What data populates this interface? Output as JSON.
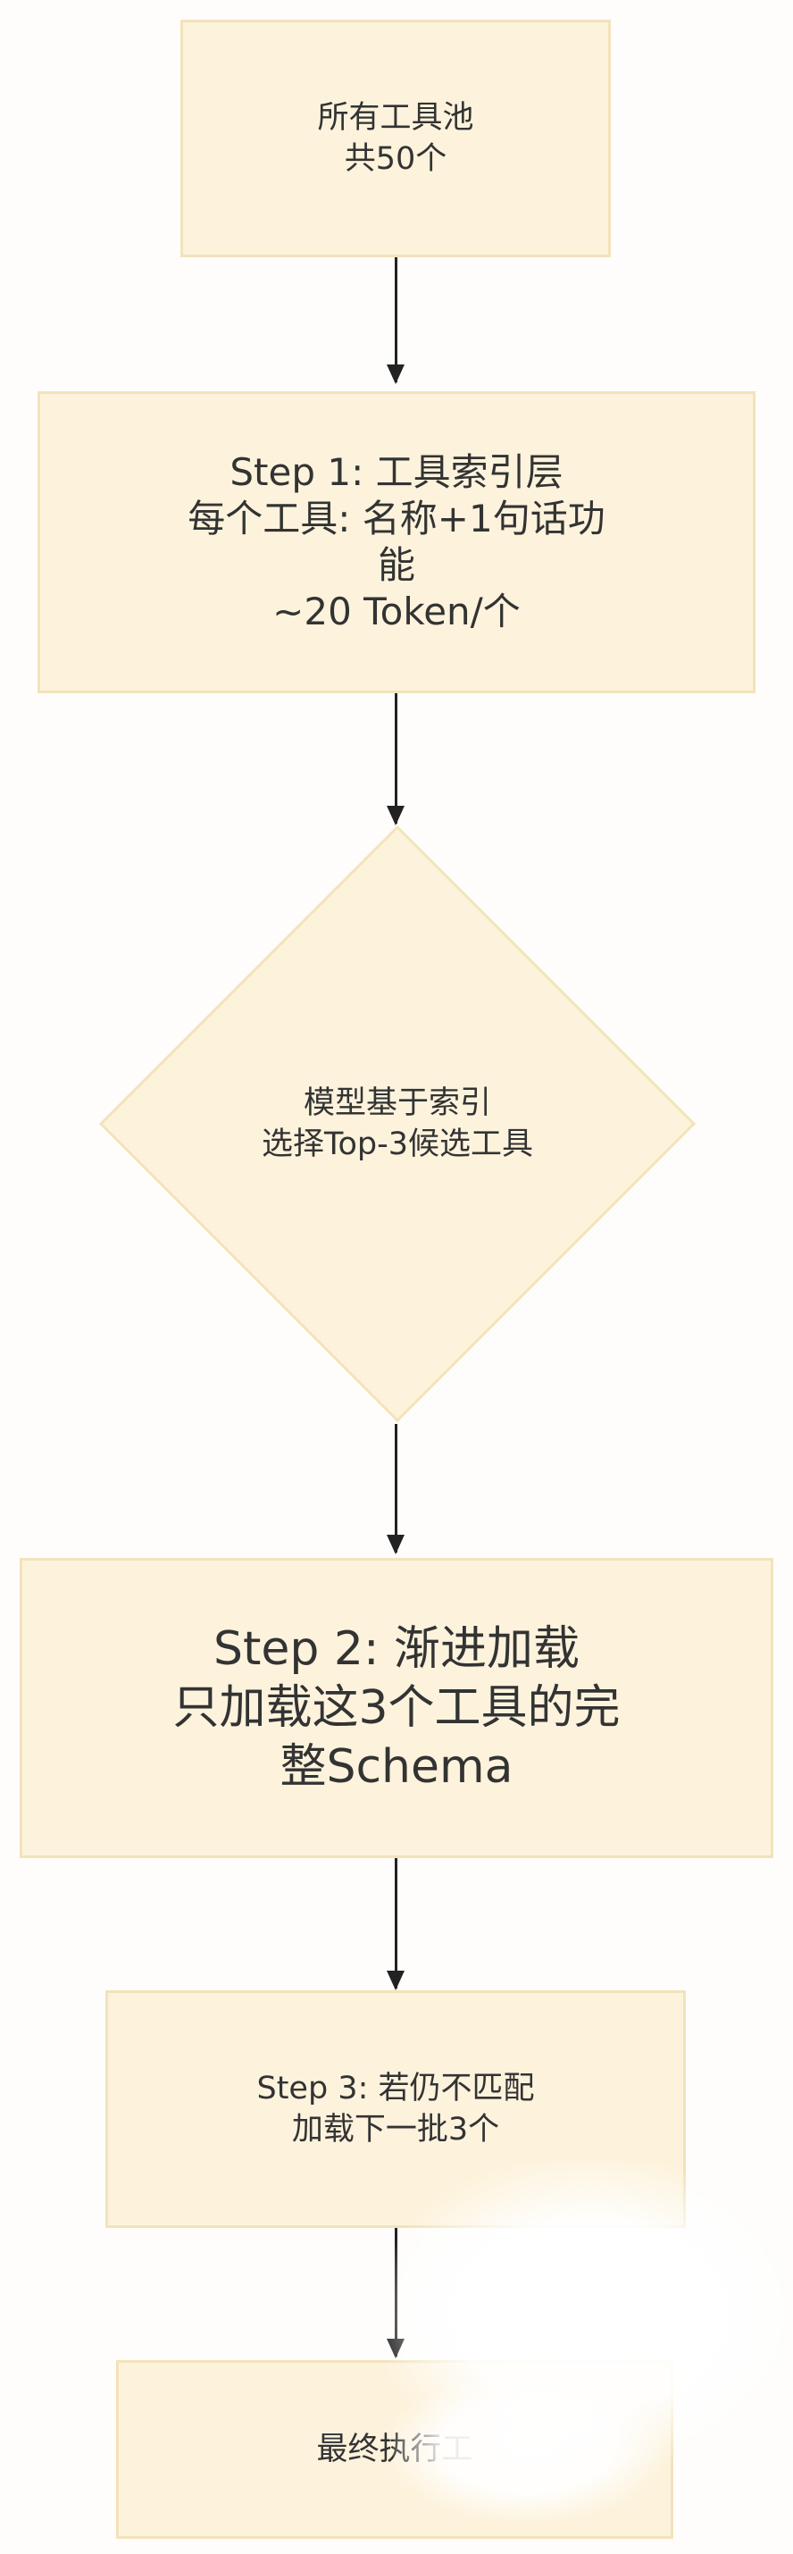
{
  "flowchart": {
    "nodes": [
      {
        "id": "tool-pool",
        "shape": "rect",
        "lines": [
          "所有工具池",
          "共50个"
        ]
      },
      {
        "id": "step1",
        "shape": "rect",
        "lines": [
          "Step 1: 工具索引层",
          "每个工具: 名称+1句话功",
          "能",
          "~20 Token/个"
        ]
      },
      {
        "id": "decision",
        "shape": "diamond",
        "lines": [
          "模型基于索引",
          "选择Top-3候选工具"
        ]
      },
      {
        "id": "step2",
        "shape": "rect",
        "lines": [
          "Step 2: 渐进加载",
          "只加载这3个工具的完",
          "整Schema"
        ]
      },
      {
        "id": "step3",
        "shape": "rect",
        "lines": [
          "Step 3: 若仍不匹配",
          "加载下一批3个"
        ]
      },
      {
        "id": "final",
        "shape": "rect",
        "lines": [
          "最终执行工"
        ]
      }
    ],
    "edges": [
      {
        "from": "tool-pool",
        "to": "step1"
      },
      {
        "from": "step1",
        "to": "decision"
      },
      {
        "from": "decision",
        "to": "step2"
      },
      {
        "from": "step2",
        "to": "step3"
      },
      {
        "from": "step3",
        "to": "final"
      }
    ],
    "colors": {
      "node_fill": "#fdf3dd",
      "node_border": "#f3e3ba",
      "arrow": "#222222",
      "text": "#333333",
      "background": "#fefdfc"
    }
  }
}
